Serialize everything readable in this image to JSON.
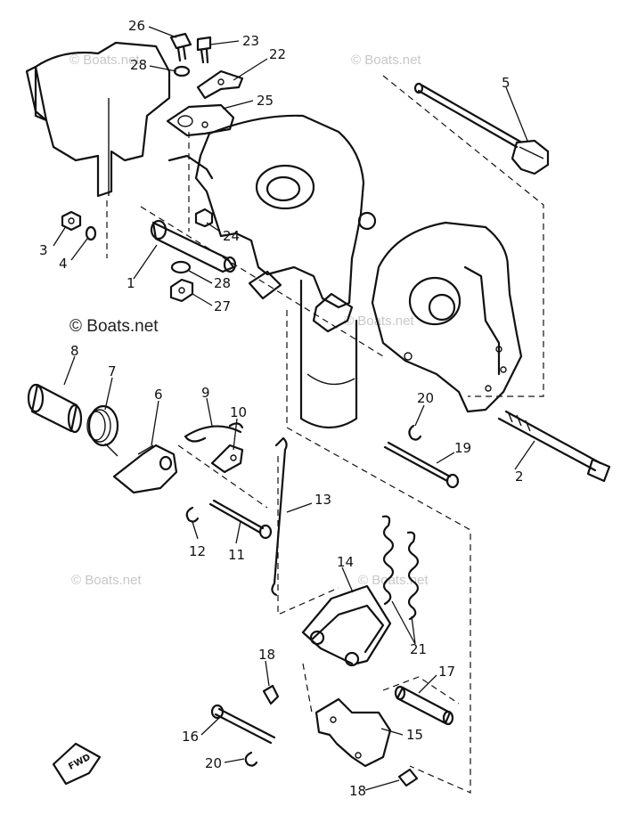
{
  "watermarks": {
    "brand": "© Boats.net",
    "main": "© Boats.net"
  },
  "direction_badge": "FWD",
  "callouts": {
    "p1": "1",
    "p2": "2",
    "p3": "3",
    "p4": "4",
    "p5": "5",
    "p6": "6",
    "p7": "7",
    "p8": "8",
    "p9": "9",
    "p10": "10",
    "p11": "11",
    "p12": "12",
    "p13": "13",
    "p14": "14",
    "p15": "15",
    "p16": "16",
    "p17": "17",
    "p18a": "18",
    "p18b": "18",
    "p19": "19",
    "p20a": "20",
    "p20b": "20",
    "p21": "21",
    "p22": "22",
    "p23": "23",
    "p24": "24",
    "p25": "25",
    "p26": "26",
    "p27": "27",
    "p28a": "28",
    "p28b": "28"
  }
}
